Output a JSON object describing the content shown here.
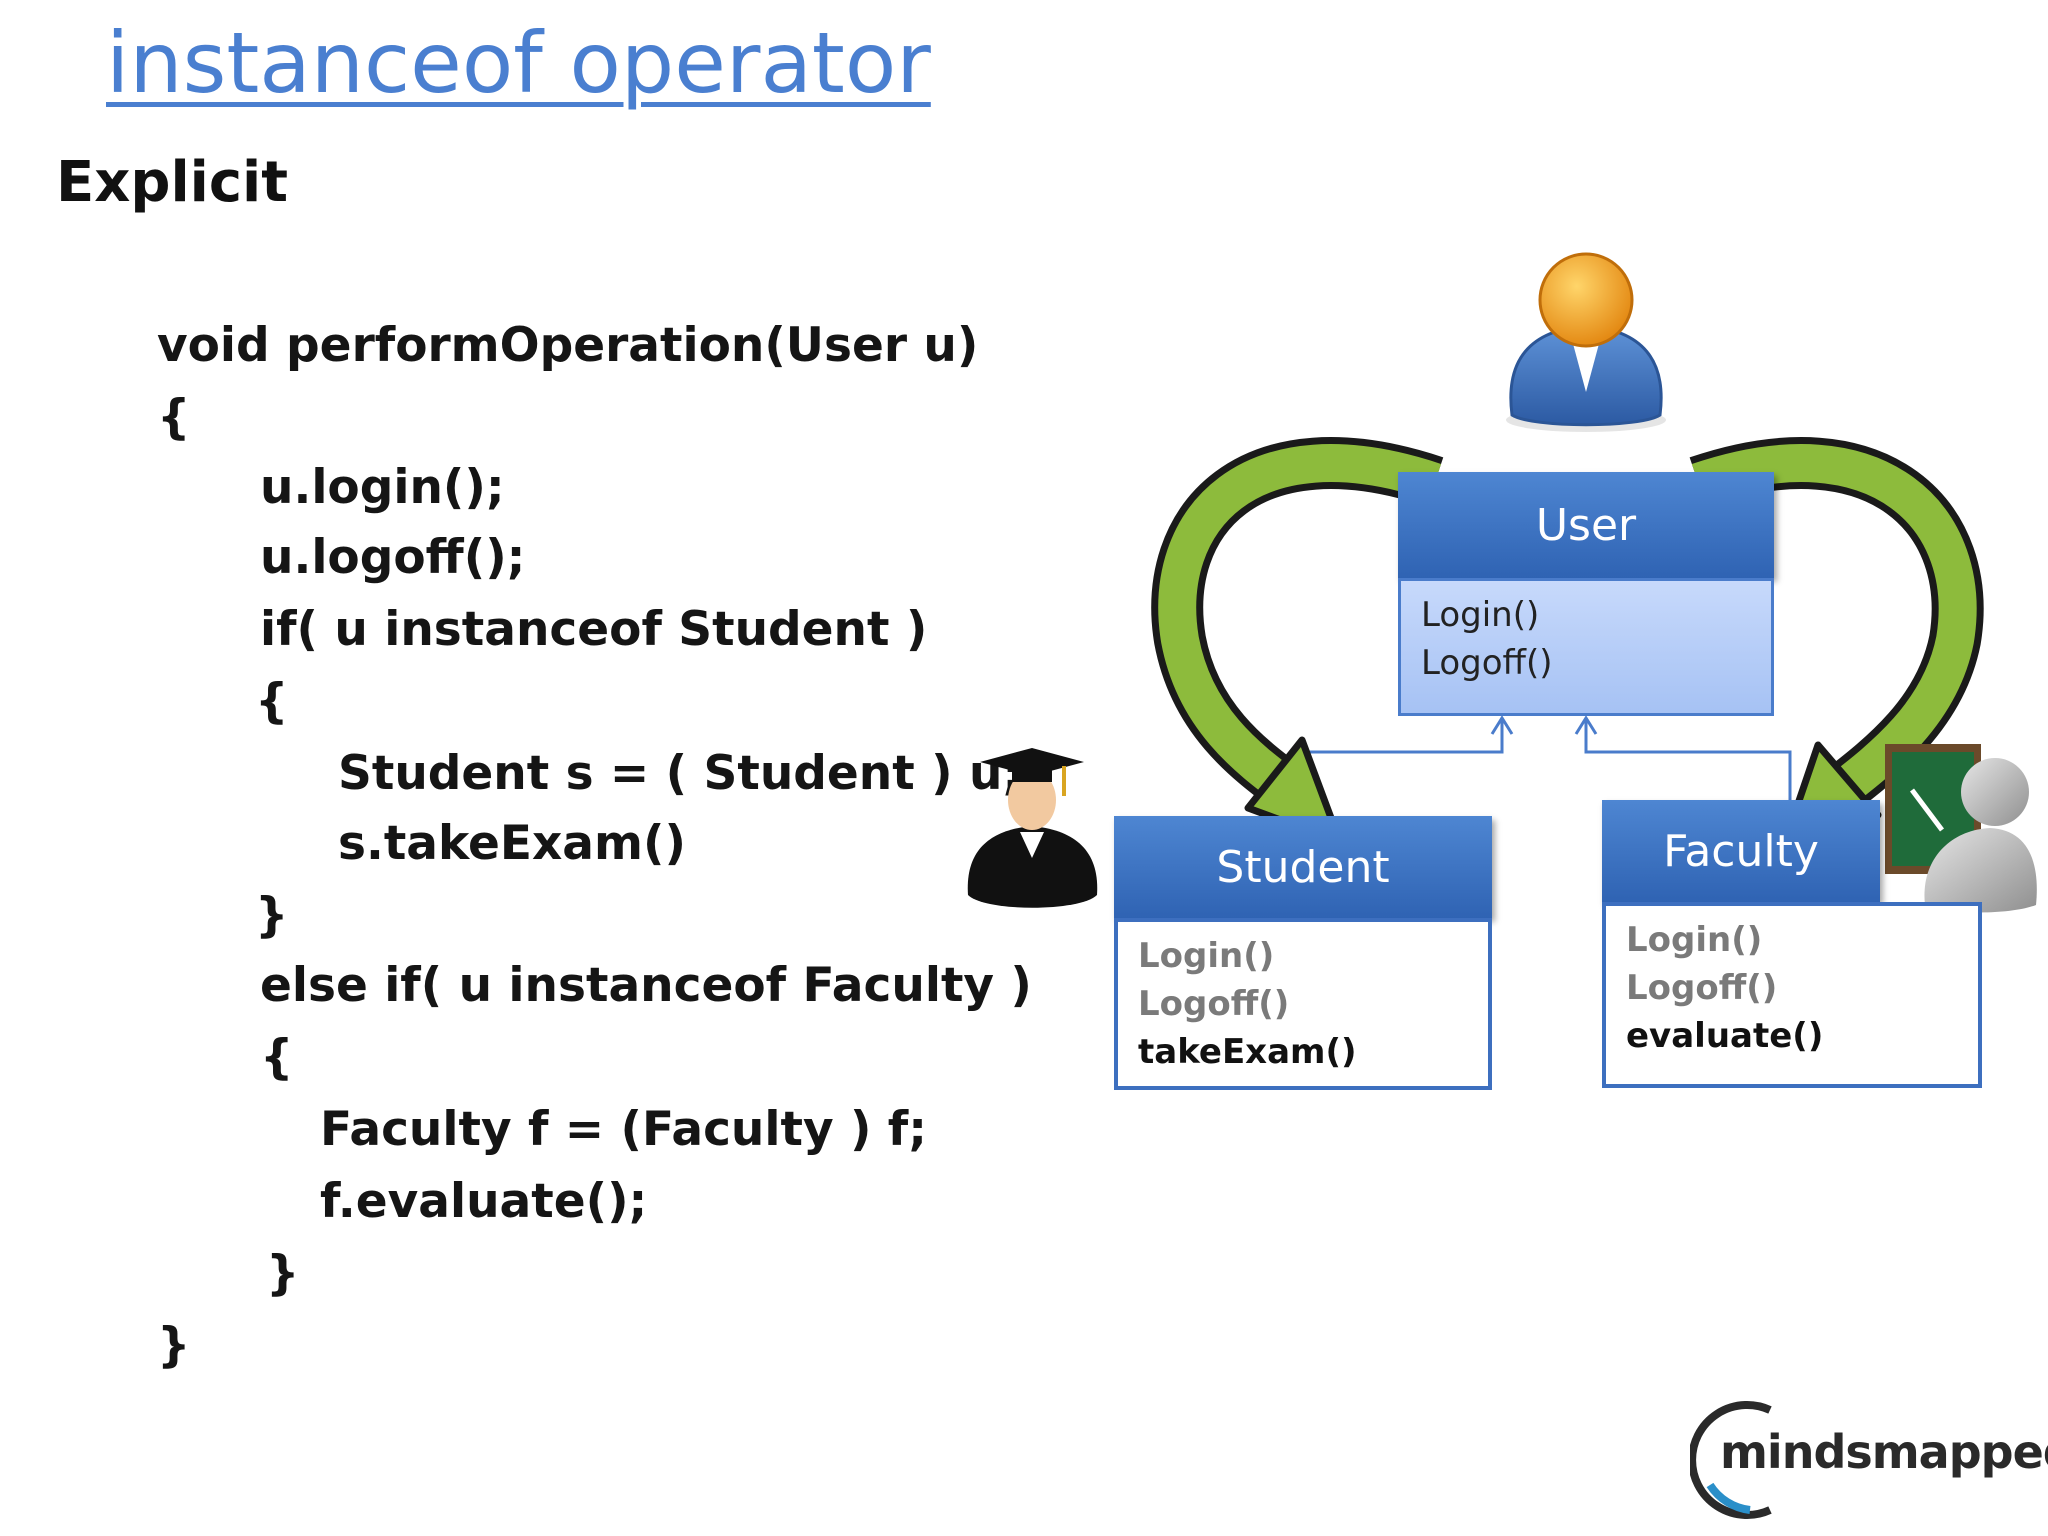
{
  "title": "instanceof operator",
  "subtitle": "Explicit",
  "code": [
    "void performOperation(User u)",
    "{",
    "u.login();",
    "u.logoff();",
    "if( u instanceof Student )",
    "{",
    "Student s = ( Student ) u;",
    "s.takeExam()",
    "}",
    "else if( u instanceof Faculty )",
    "{",
    "Faculty f = (Faculty ) f;",
    "f.evaluate();",
    "}",
    "}"
  ],
  "classes": {
    "user": {
      "name": "User",
      "methods": [
        "Login()",
        "Logoff()"
      ]
    },
    "student": {
      "name": "Student",
      "methods": [
        "Login()",
        "Logoff()",
        "takeExam()"
      ]
    },
    "faculty": {
      "name": "Faculty",
      "methods": [
        "Login()",
        "Logoff()",
        "evaluate()"
      ]
    }
  },
  "icons": [
    "user-avatar-icon",
    "graduate-icon",
    "teacher-icon",
    "curved-arrow-icon"
  ],
  "logo": {
    "text": "mindsmapped"
  },
  "colors": {
    "title": "#4a7fd0",
    "class_header": "#3a6fc0",
    "arrow": "#8dbb3c"
  }
}
